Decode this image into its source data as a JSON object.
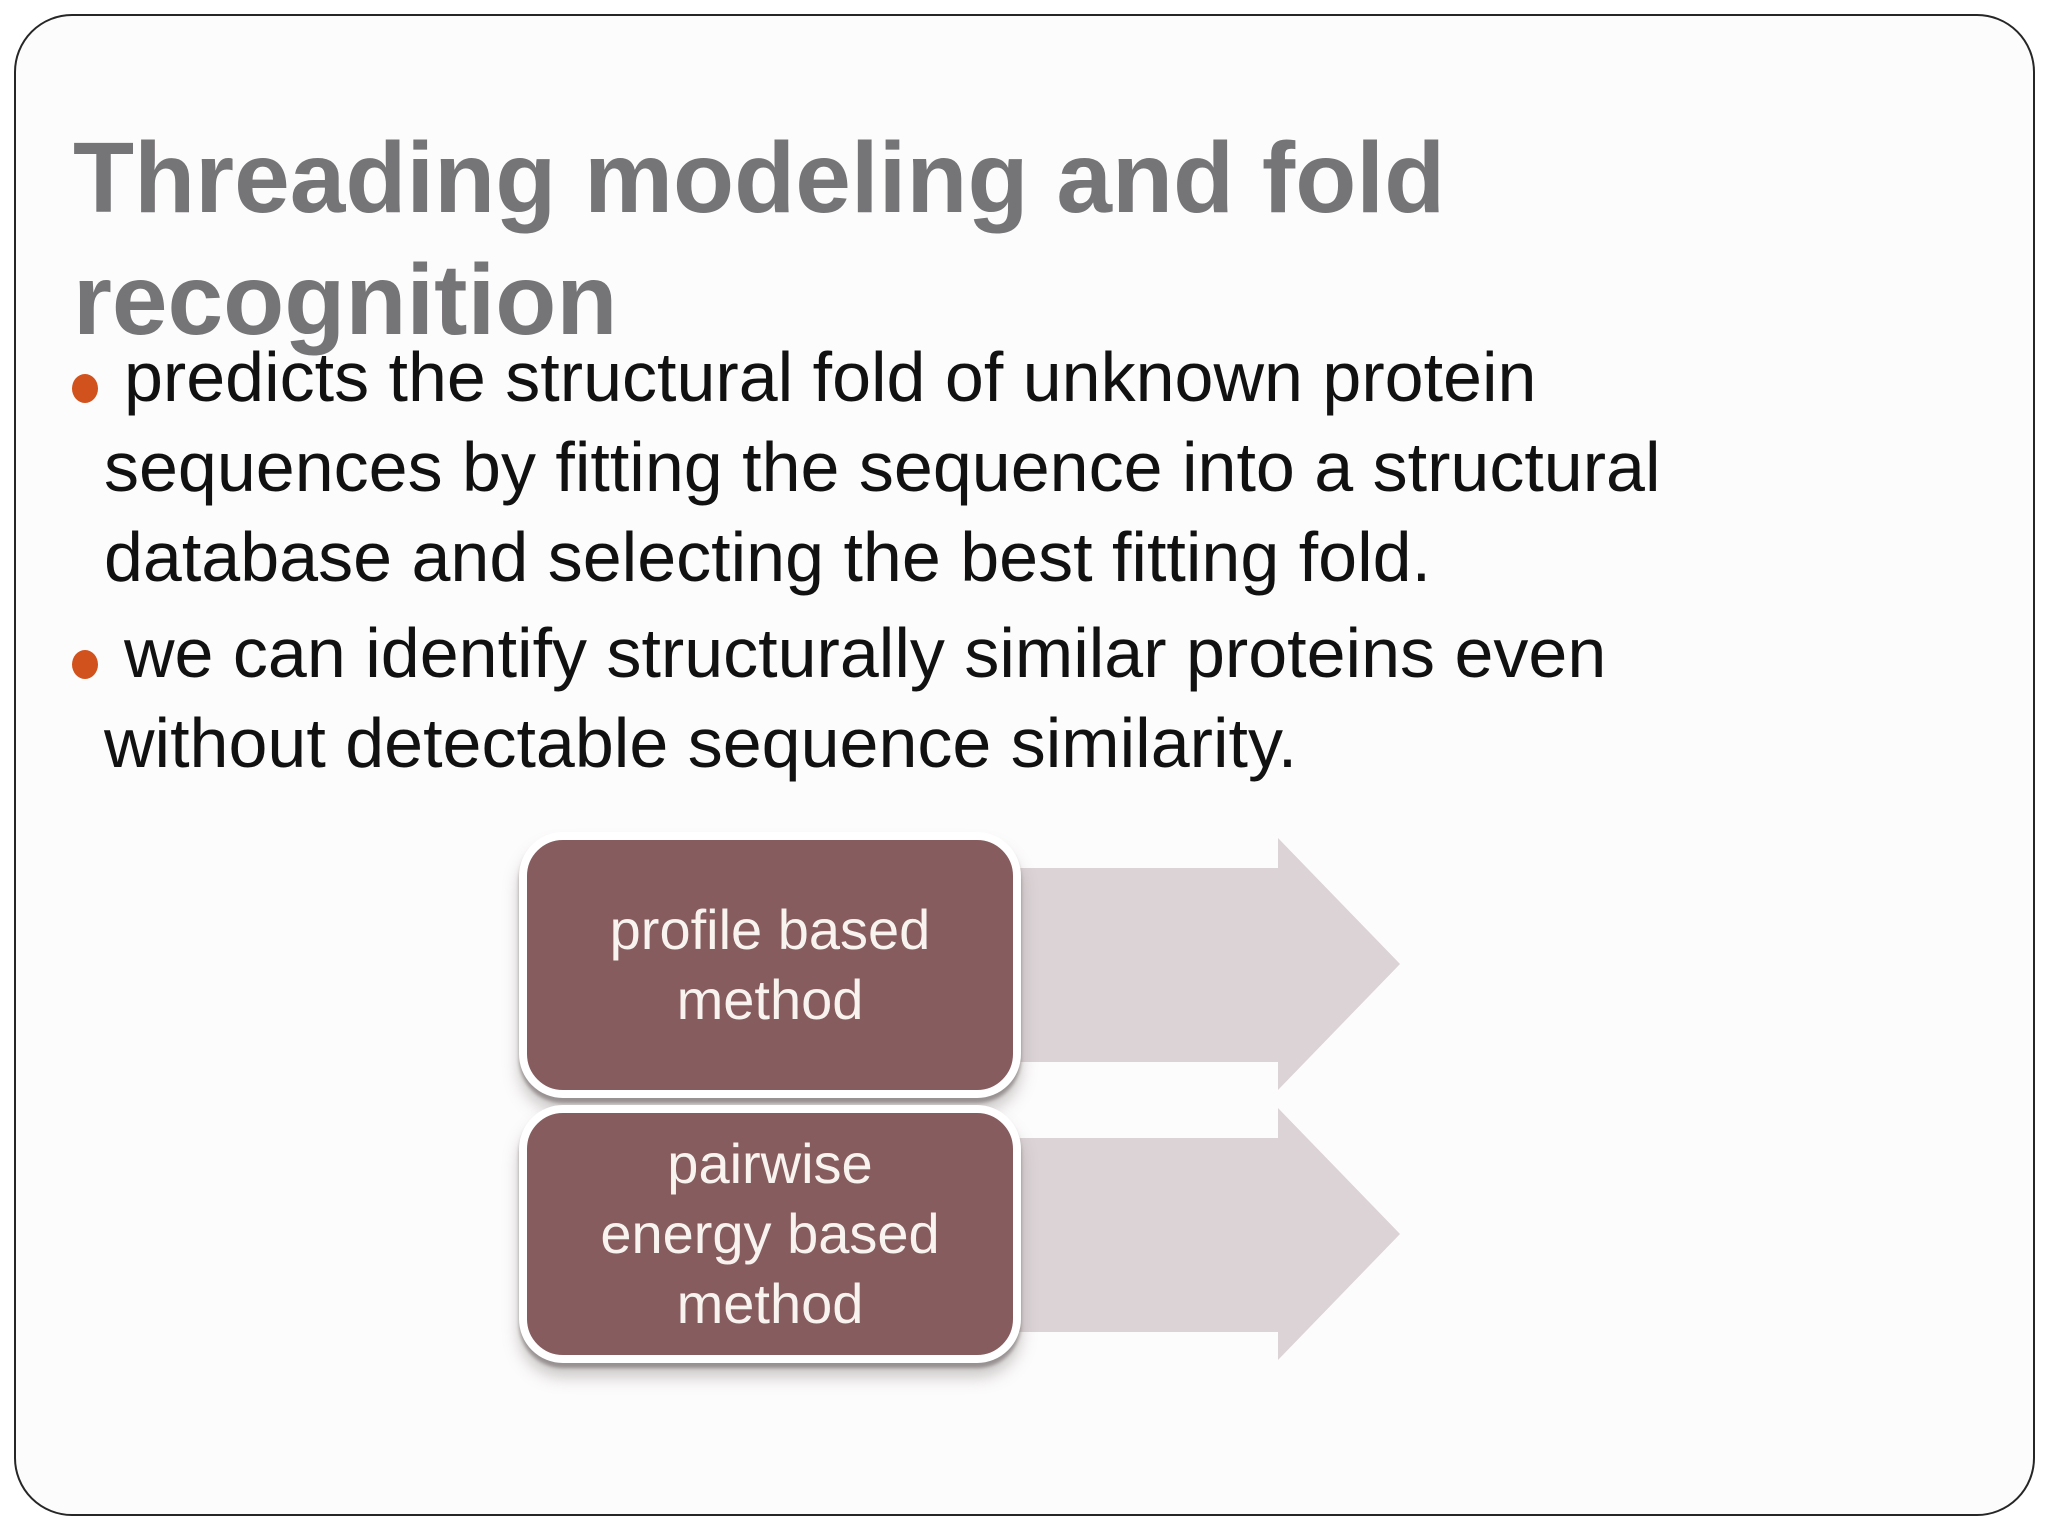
{
  "slide": {
    "title": "Threading modeling  and fold\nrecognition",
    "bullets": [
      {
        "text": "predicts the structural fold of unknown protein\nsequences by fitting the sequence into a structural\ndatabase and selecting the best fitting fold."
      },
      {
        "text": "we can identify structurally similar proteins even\nwithout detectable sequence similarity."
      }
    ],
    "diagram": {
      "boxes": [
        {
          "label": "profile based\nmethod"
        },
        {
          "label": "pairwise\nenergy based\nmethod"
        }
      ],
      "arrow_icon": "right-block-arrow"
    }
  },
  "colors": {
    "background": "#fdfcfc",
    "frame_border": "#262626",
    "title_color": "#757477",
    "text_color": "#111111",
    "bullet_color": "#d2521d",
    "box_fill": "#865c5e",
    "box_text": "#f8f3ef",
    "arrow_fill": "#dbd3d5"
  }
}
